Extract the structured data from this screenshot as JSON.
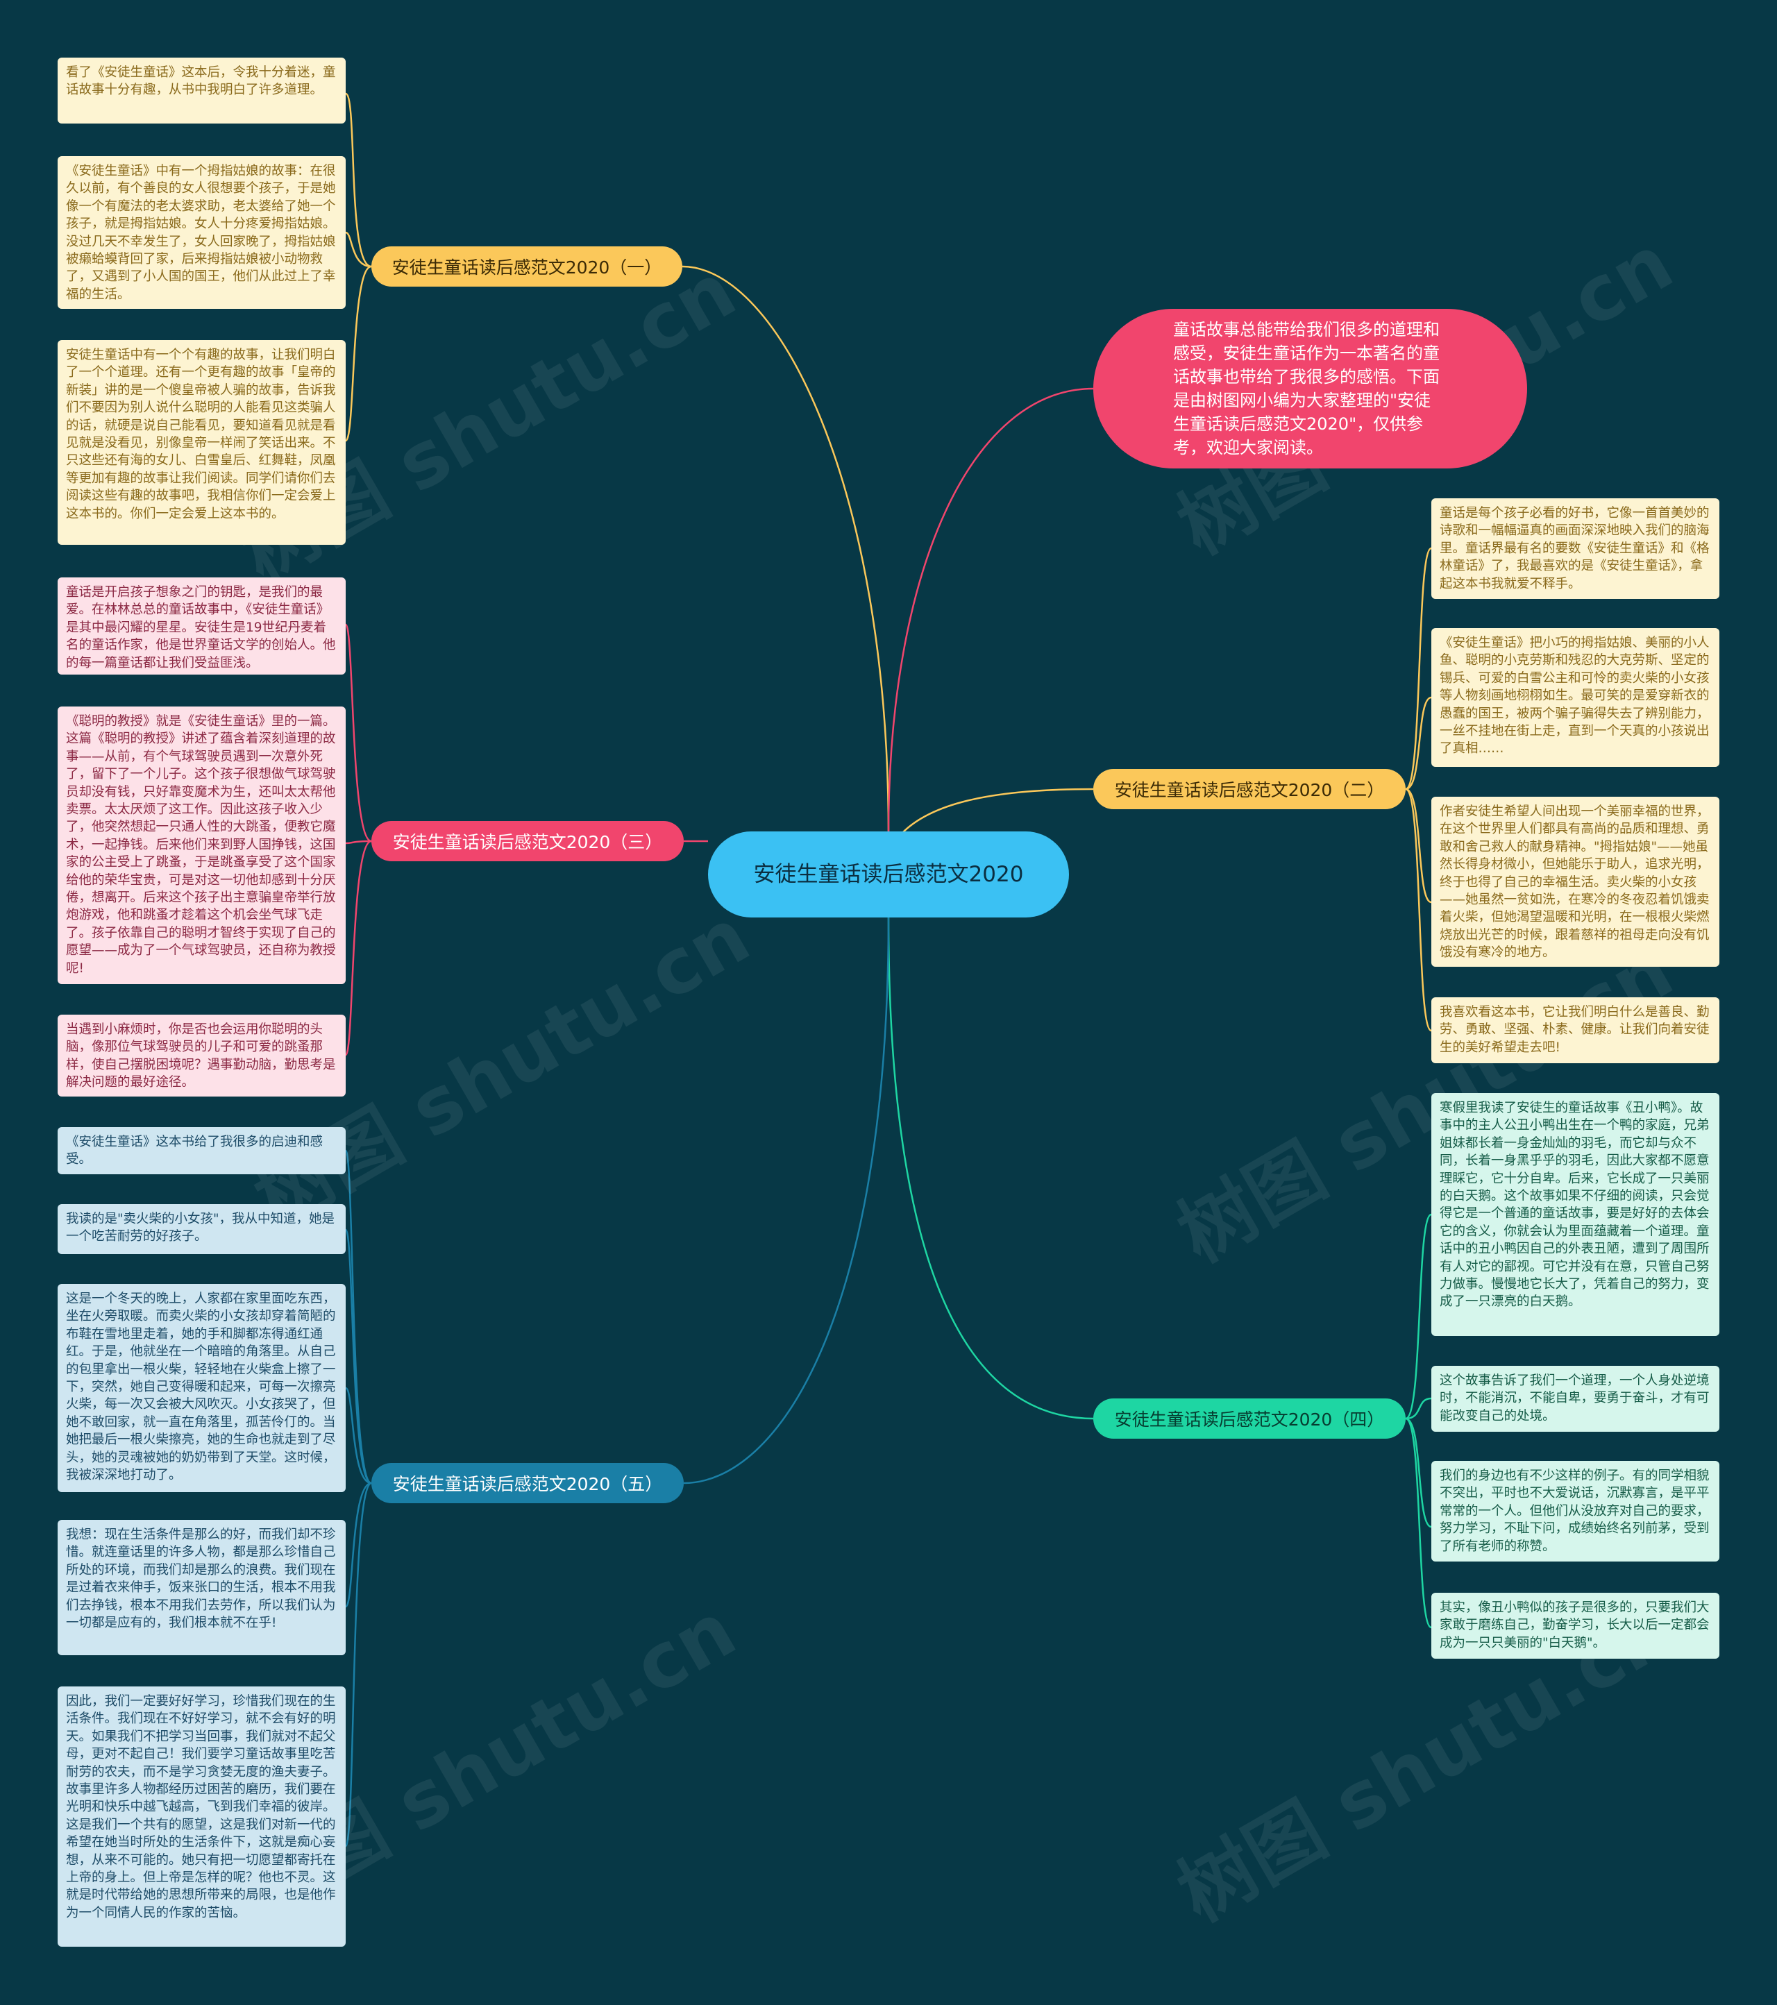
{
  "center": {
    "title": "安徒生童话读后感范文2020"
  },
  "intro": {
    "text": "童话故事总能带给我们很多的道理和感受，安徒生童话作为一本著名的童话故事也带给了我很多的感悟。下面是由树图网小编为大家整理的\"安徒生童话读后感范文2020\"，仅供参考，欢迎大家阅读。"
  },
  "watermark": {
    "text": "树图 shutu.cn"
  },
  "colors": {
    "background": "#073846",
    "center": "#3bc1f3",
    "yellow": "#fbc85a",
    "pink": "#f1456d",
    "green": "#1ed6a3",
    "blue": "#1a7fa6"
  },
  "branches": [
    {
      "label": "安徒生童话读后感范文2020（一）",
      "leaves": [
        "看了《安徒生童话》这本后，令我十分着迷，童话故事十分有趣，从书中我明白了许多道理。",
        "《安徒生童话》中有一个拇指姑娘的故事：在很久以前，有个善良的女人很想要个孩子，于是她像一个有魔法的老太婆求助，老太婆给了她一个孩子，就是拇指姑娘。女人十分疼爱拇指姑娘。没过几天不幸发生了，女人回家晚了，拇指姑娘被癞蛤蟆背回了家，后来拇指姑娘被小动物救了，又遇到了小人国的国王，他们从此过上了幸福的生活。",
        "安徒生童话中有一个个有趣的故事，让我们明白了一个个道理。还有一个更有趣的故事「皇帝的新装」讲的是一个傻皇帝被人骗的故事，告诉我们不要因为别人说什么聪明的人能看见这类骗人的话，就硬是说自己能看见，要知道看见就是看见就是没看见，别像皇帝一样闹了笑话出来。不只这些还有海的女儿、白雪皇后、红舞鞋，凤凰等更加有趣的故事让我们阅读。同学们请你们去阅读这些有趣的故事吧，我相信你们一定会爱上这本书的。你们一定会爱上这本书的。"
      ]
    },
    {
      "label": "安徒生童话读后感范文2020（二）",
      "leaves": [
        "童话是每个孩子必看的好书，它像一首首美妙的诗歌和一幅幅逼真的画面深深地映入我们的脑海里。童话界最有名的要数《安徒生童话》和《格林童话》了，我最喜欢的是《安徒生童话》，拿起这本书我就爱不释手。",
        "《安徒生童话》把小巧的拇指姑娘、美丽的小人鱼、聪明的小克劳斯和残忍的大克劳斯、坚定的锡兵、可爱的白雪公主和可怜的卖火柴的小女孩等人物刻画地栩栩如生。最可笑的是爱穿新衣的愚蠢的国王，被两个骗子骗得失去了辨别能力，一丝不挂地在街上走，直到一个天真的小孩说出了真相……",
        "作者安徒生希望人间出现一个美丽幸福的世界，在这个世界里人们都具有高尚的品质和理想、勇敢和舍己救人的献身精神。\"拇指姑娘\"——她虽然长得身材微小，但她能乐于助人，追求光明，终于也得了自己的幸福生活。卖火柴的小女孩——她虽然一贫如洗，在寒冷的冬夜忍着饥饿卖着火柴，但她渴望温暖和光明，在一根根火柴燃烧放出光芒的时候，跟着慈祥的祖母走向没有饥饿没有寒冷的地方。",
        "我喜欢看这本书，它让我们明白什么是善良、勤劳、勇敢、坚强、朴素、健康。让我们向着安徒生的美好希望走去吧!"
      ]
    },
    {
      "label": "安徒生童话读后感范文2020（三）",
      "leaves": [
        "童话是开启孩子想象之门的钥匙，是我们的最爱。在林林总总的童话故事中，《安徒生童话》是其中最闪耀的星星。安徒生是19世纪丹麦着名的童话作家，他是世界童话文学的创始人。他的每一篇童话都让我们受益匪浅。",
        "《聪明的教授》就是《安徒生童话》里的一篇。这篇《聪明的教授》讲述了蕴含着深刻道理的故事——从前，有个气球驾驶员遇到一次意外死了，留下了一个儿子。这个孩子很想做气球驾驶员却没有钱，只好靠变魔术为生，还叫太太帮他卖票。太太厌烦了这工作。因此这孩子收入少了，他突然想起一只通人性的大跳蚤，便教它魔术，一起挣钱。后来他们来到野人国挣钱，这国家的公主受上了跳蚤，于是跳蚤享受了这个国家给他的荣华宝贵，可是对这一切他却感到十分厌倦，想离开。后来这个孩子出主意骗皇帝举行放炮游戏，他和跳蚤才趁着这个机会坐气球飞走了。孩子依靠自己的聪明才智终于实现了自己的愿望——成为了一个气球驾驶员，还自称为教授呢!",
        "当遇到小麻烦时，你是否也会运用你聪明的头脑，像那位气球驾驶员的儿子和可爱的跳蚤那样，使自己摆脱困境呢？遇事勤动脑，勤思考是解决问题的最好途径。"
      ]
    },
    {
      "label": "安徒生童话读后感范文2020（四）",
      "leaves": [
        "寒假里我读了安徒生的童话故事《丑小鸭》。故事中的主人公丑小鸭出生在一个鸭的家庭，兄弟姐妹都长着一身金灿灿的羽毛，而它却与众不同，长着一身黑乎乎的羽毛，因此大家都不愿意理睬它，它十分自卑。后来，它长成了一只美丽的白天鹅。这个故事如果不仔细的阅读，只会觉得它是一个普通的童话故事，要是好好的去体会它的含义，你就会认为里面蕴藏着一个道理。童话中的丑小鸭因自己的外表丑陋，遭到了周围所有人对它的鄙视。可它并没有在意，只管自己努力做事。慢慢地它长大了，凭着自己的努力，变成了一只漂亮的白天鹅。",
        "这个故事告诉了我们一个道理，一个人身处逆境时，不能消沉，不能自卑，要勇于奋斗，才有可能改变自己的处境。",
        "我们的身边也有不少这样的例子。有的同学相貌不突出，平时也不大爱说话，沉默寡言，是平平常常的一个人。但他们从没放弃对自己的要求，努力学习，不耻下问，成绩始终名列前茅，受到了所有老师的称赞。",
        "其实，像丑小鸭似的孩子是很多的，只要我们大家敢于磨练自己，勤奋学习，长大以后一定都会成为一只只美丽的\"白天鹅\"。"
      ]
    },
    {
      "label": "安徒生童话读后感范文2020（五）",
      "leaves": [
        "《安徒生童话》这本书给了我很多的启迪和感受。",
        "我读的是\"卖火柴的小女孩\"，我从中知道，她是一个吃苦耐劳的好孩子。",
        "这是一个冬天的晚上，人家都在家里面吃东西，坐在火旁取暖。而卖火柴的小女孩却穿着简陋的布鞋在雪地里走着，她的手和脚都冻得通红通红。于是，他就坐在一个暗暗的角落里。从自己的包里拿出一根火柴，轻轻地在火柴盒上擦了一下，突然，她自己变得暖和起来，可每一次擦亮火柴，每一次又会被大风吹灭。小女孩哭了，但她不敢回家，就一直在角落里，孤苦伶仃的。当她把最后一根火柴擦亮，她的生命也就走到了尽头，她的灵魂被她的奶奶带到了天堂。这时候，我被深深地打动了。",
        "我想：现在生活条件是那么的好，而我们却不珍惜。就连童话里的许多人物，都是那么珍惜自己所处的环境，而我们却是那么的浪费。我们现在是过着衣来伸手，饭来张口的生活，根本不用我们去挣钱，根本不用我们去劳作，所以我们认为一切都是应有的，我们根本就不在乎!",
        "因此，我们一定要好好学习，珍惜我们现在的生活条件。我们现在不好好学习，就不会有好的明天。如果我们不把学习当回事，我们就对不起父母，更对不起自己！我们要学习童话故事里吃苦耐劳的农夫，而不是学习贪婪无度的渔夫妻子。故事里许多人物都经历过困苦的磨历，我们要在光明和快乐中越飞越高，飞到我们幸福的彼岸。这是我们一个共有的愿望，这是我们对新一代的希望在她当时所处的生活条件下，这就是痴心妄想，从来不可能的。她只有把一切愿望都寄托在上帝的身上。但上帝是怎样的呢？他也不灵。这就是时代带给她的思想所带来的局限，也是他作为一个同情人民的作家的苦恼。"
      ]
    }
  ]
}
